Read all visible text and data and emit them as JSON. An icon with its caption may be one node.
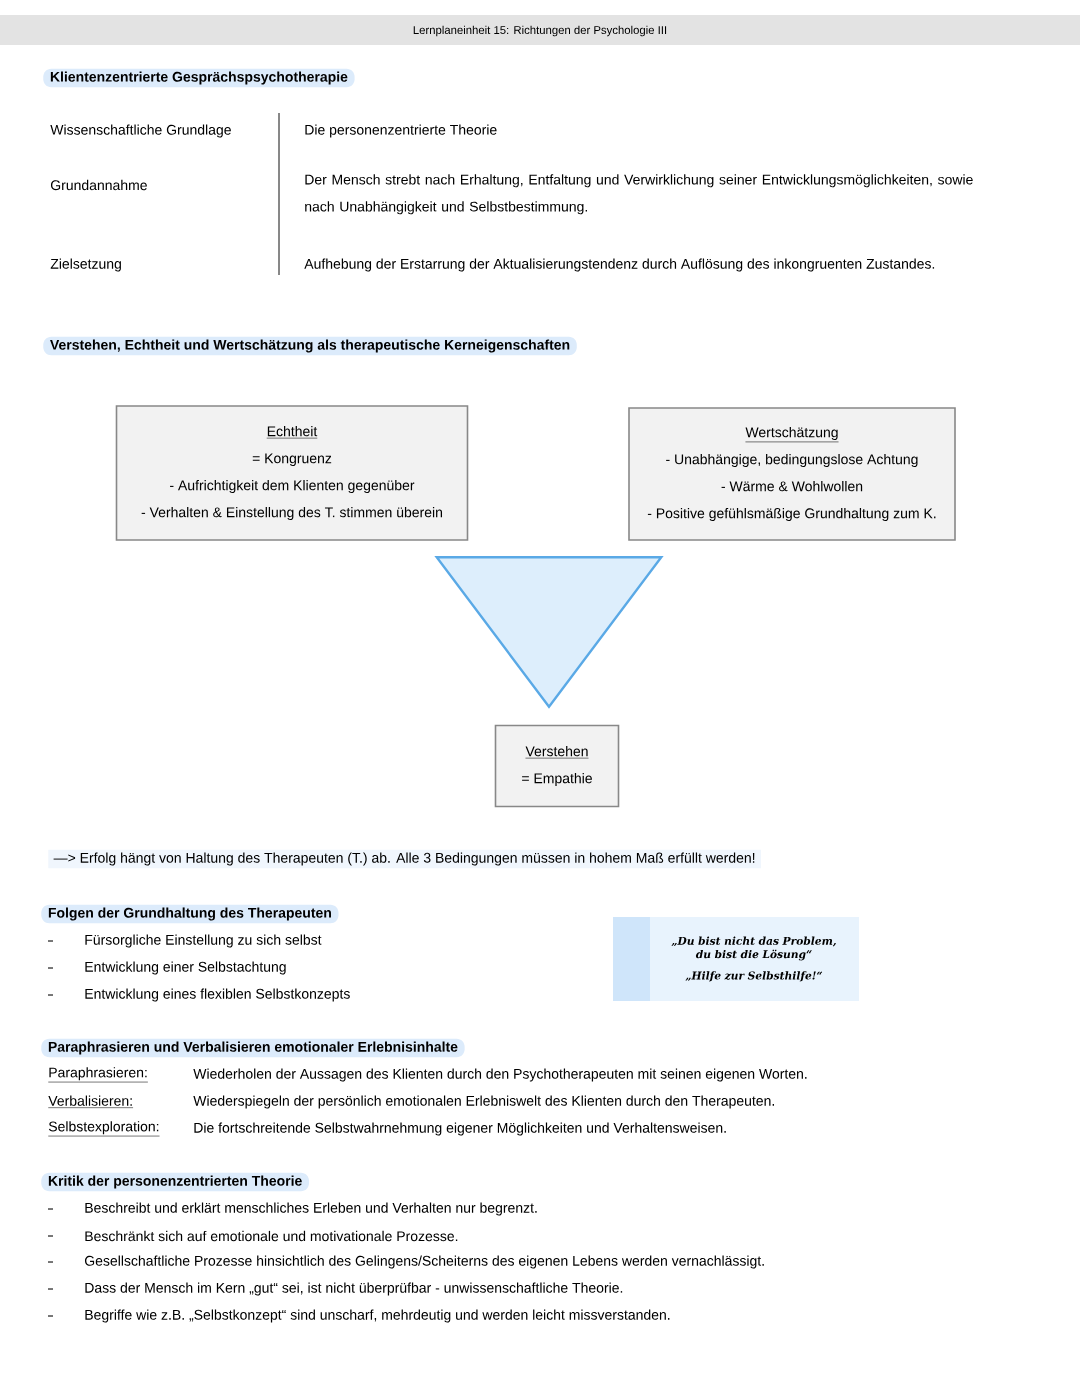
{
  "diagram": {
    "title": "Lernplaneinheit 15: Richtungen der Psychologie III",
    "nodes": [
      {
        "text": [
          "Echtheit",
          "= Kongruenz",
          "- Aufrichtigkeit dem Klienten gegenüber",
          "- Verhalten & Einstellung des T. stimmen überein"
        ]
      },
      {
        "text": [
          "Wertschätzung",
          "- Unabhängige, bedingungslose Achtung",
          "- Wärme & Wohlwollen",
          "- Positive gefühlsmäßige Grundhaltung zum K."
        ]
      },
      {
        "text": [],
        "shape": "triangle"
      },
      {
        "text": [
          "Verstehen",
          "= Empathie"
        ]
      },
      {
        "text": [
          "„Du bist nicht das Problem, du bist die Lösung“",
          "„Hilfe zur Selbsthilfe!“"
        ]
      }
    ],
    "labels": [
      "Klientenzentrierte Gesprächspsychotherapie",
      "Wissenschaftliche Grundlage",
      "Die personenzentrierte Theorie",
      "Grundannahme",
      "Der Mensch strebt nach Erhaltung, Entfaltung und Verwirklichung seiner Entwicklungsmöglichkeiten, sowie nach Unabhängigkeit und Selbstbestimmung.",
      "Zielsetzung",
      "Aufhebung der Erstarrung der Aktualisierungstendenz durch Auflösung des inkongruenten Zustandes.",
      "Verstehen, Echtheit und Wertschätzung als therapeutische Kerneigenschaften",
      "—> Erfolg hängt von Haltung des Therapeuten (T.) ab. Alle 3 Bedingungen müssen in hohem Maß erfüllt werden!",
      "Folgen der Grundhaltung des Therapeuten",
      "Fürsorgliche Einstellung zu sich selbst",
      "Entwicklung einer Selbstachtung",
      "Entwicklung eines flexiblen Selbstkonzepts",
      "Paraphrasieren und Verbalisieren emotionaler Erlebnisinhalte",
      "Paraphrasieren:",
      "Wiederholen der Aussagen des Klienten durch den Psychotherapeuten mit seinen eigenen Worten.",
      "Verbalisieren:",
      "Wiederspiegeln der persönlich emotionalen Erlebniswelt des Klienten durch den Therapeuten.",
      "Selbstexploration:",
      "Die fortschreitende Selbstwahrnehmung eigener Möglichkeiten und Verhaltensweisen.",
      "Kritik der personenzentrierten Theorie",
      "Beschreibt und erklärt menschliches Erleben und Verhalten nur begrenzt.",
      "Beschränkt sich auf emotionale und motivationale Prozesse.",
      "Gesellschaftliche Prozesse hinsichtlich des Gelingens/Scheiterns des eigenen Lebens werden vernachlässigt.",
      "Dass der Mensch im Kern „gut“ sei, ist nicht überprüfbar - unwissenschaftliche Theorie.",
      "Begriffe wie z.B. „Selbstkonzept“ sind unscharf, mehrdeutig und werden leicht missverstanden."
    ]
  }
}
